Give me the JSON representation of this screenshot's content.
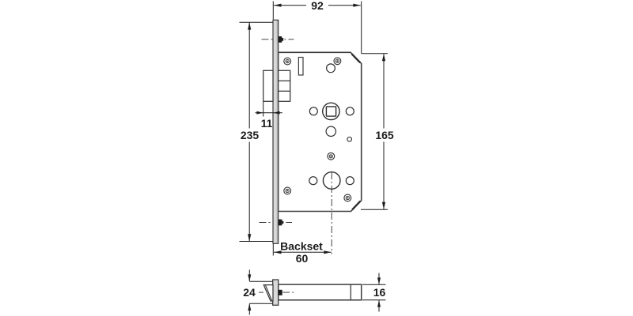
{
  "diagram": {
    "labels": {
      "overall_width": "92",
      "faceplate_height": "235",
      "latch_projection": "11",
      "case_height": "165",
      "backset_word": "Backset",
      "backset_value": "60",
      "faceplate_width": "24",
      "case_depth": "16"
    },
    "colors": {
      "line": "#1c1c1c",
      "case_outline": "#3c3c3c",
      "faceplate_fill": "#d9d9d9"
    }
  }
}
